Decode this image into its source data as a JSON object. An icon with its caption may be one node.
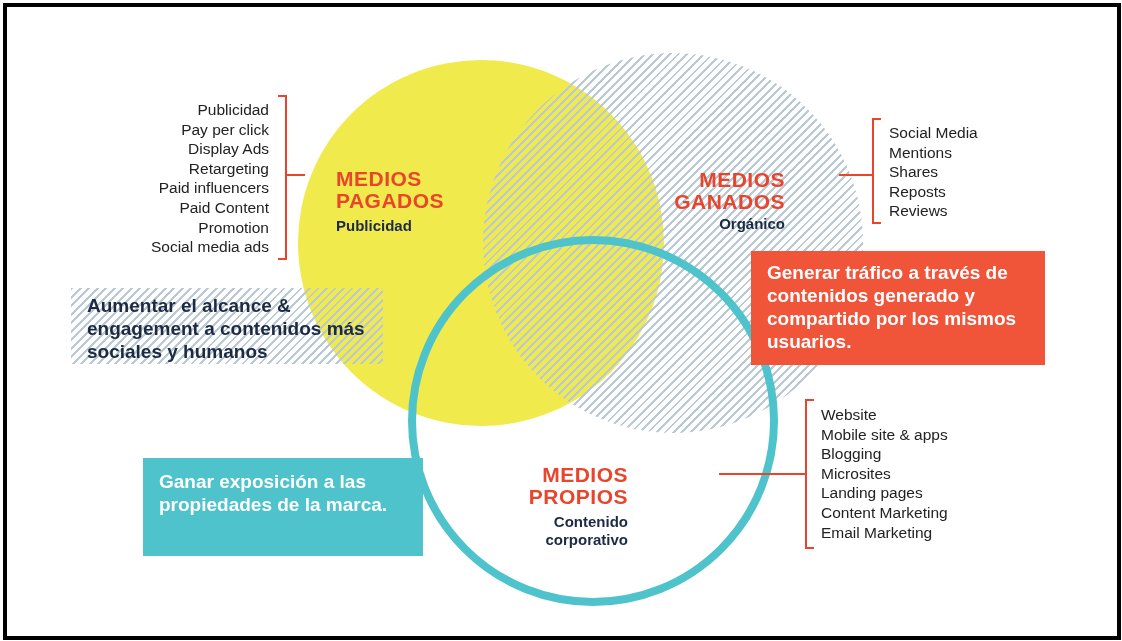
{
  "diagram": {
    "nodes": [
      {
        "text": [
          "MEDIOS PAGADOS",
          "Publicidad"
        ]
      },
      {
        "text": [
          "MEDIOS GANADOS",
          "Orgánico"
        ]
      },
      {
        "text": [
          "MEDIOS PROPIOS",
          "Contenido corporativo"
        ]
      },
      {
        "text": [
          "Aumentar el alcance & engagement a contenidos más sociales y humanos"
        ]
      },
      {
        "text": [
          "Generar tráfico a través de contenidos generado y compartido por los mismos usuarios."
        ]
      },
      {
        "text": [
          "Ganar exposición a las propiedades de la marca."
        ]
      }
    ],
    "labels": [
      "Publicidad",
      "Pay per click",
      "Display Ads",
      "Retargeting",
      "Paid influencers",
      "Paid Content",
      "Promotion",
      "Social media ads",
      "Social Media",
      "Mentions",
      "Shares",
      "Reposts",
      "Reviews",
      "Website",
      "Mobile site & apps",
      "Blogging",
      "Microsites",
      "Landing pages",
      "Content Marketing",
      "Email Marketing"
    ]
  }
}
